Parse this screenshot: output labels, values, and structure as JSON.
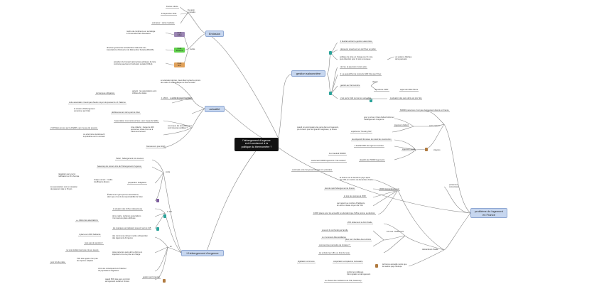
{
  "central": {
    "label": "l'hébergement d'urgence\nest-il condamné à la\npolitique du thermomètre ?"
  },
  "topics": {
    "emission": "Emission",
    "gestion": "gestion saisonnière",
    "actualite": "actualité",
    "hebergement": "L'hébergement d'urgence",
    "probleme": "problème du logement\nen France"
  },
  "badges": {
    "invite1": "Invité\nJulien",
    "invite2": "Invité\nFlorence",
    "invite3": "Invité\nEric"
  },
  "colors": {
    "branch": "#7a7a7a",
    "topic_fill": "#c6d6ef",
    "dot_teal": "#2aa39a",
    "dot_brown": "#b07a3f",
    "dot_purple": "#7b5b9c",
    "badge_purple": "#9b86b3",
    "badge_green": "#5fd14a",
    "badge_orange": "#e0a15a"
  },
  "texts": {
    "franceculture": "France culture",
    "date": "8 Septembre 2012",
    "ougrain": "Du grain\nà moudre",
    "animateur": "animateur : Hervé Gardette",
    "maitre": "maître de conférence en sociologie\nà l'Université Paris Descartes",
    "directeur": "directeur général de la Fédération Nationale des\nAssociations d'Accueil et de Réinsertion Sociale (FNARS)",
    "president": "président du Conseil national des politiques de lutte\ncontre la pauvreté et l'exclusion sociale (CNLE)",
    "invites": "invités",
    "enattendant": "en attendant dernier, Jean-Marc Ayrault a promis\nde mettre fin à la politique du thermomètre",
    "genere": "généré : les associations sont\ncriblées de dettes",
    "banques": "de banques obligatoire",
    "associations": "1 ASSO... à arrêté de payer les hôtels",
    "cetteasso": "cette association n'avait pas d'autre moyen de pousser le cri d'alarme",
    "lamission": "la mission d'hébergement\nest prévue par l'état",
    "desfinancement": "désfinancement de la part de l'état",
    "ledecret": "l'association n'est retrouvé face à son risque de faillite",
    "cetresulte": "c'il d'hôtels prouvé par la FNARS, qui n'a pas été assurés",
    "celaveut": "on a fait mine de découvrir\nle problème sur le moment",
    "cristal": "crise d'alerté : risque de 400\npersonnes mises à la rue à\nClermont-Ferrand",
    "estcequa": "est-ce que les associations se\nsont trouvées outillées ?",
    "financement": "financement pour 2016",
    "hotel": "l'hôtel : hébergement très couteux",
    "beaucoup": "beaucoup de recours lors de l'hébergement d'urgence",
    "regulation": "régulation par une loi\nnotification en fin d'année",
    "chaque": "chaque année : crédits\ninsuffisants alloués",
    "preparation": "préparation budgétaire",
    "lesassos": "les associations sont en situation\nde paiement des le 15 juin",
    "evidem": "Évidemment géré par les associations,\nalors que c'est de la responsabilité de l'état",
    "couts": "coûts",
    "la115": "la situation des 115 est désastreuse",
    "dela115": "de la mairie, certaines associations\nn'ont aucune place attribuée",
    "colere": "++ colère des associations",
    "le115": "le 115",
    "lesmanques": "les manques se traduisent souvent vers le 115",
    "place1": "1 place sur 2000 habitants",
    "deuxpers": "des communes doivent mettre à disposition\ndes logements d'urgence",
    "moins": "mais pas de sanction !",
    "loi": "loi",
    "sante": "ne s'est évidemment pas mis en oeuvre",
    "aucune": "toute personne sans abri a droit à un\nlogement et à une prise en charge",
    "pourgens": "pour lors de place",
    "vousd": "75% des appels n'ont pas\nde réponse adaptée",
    "cestun": "c'est une conséquence à l'intérieur\nde populations fragilisées",
    "gestiondes": "gestion par l'urgence",
    "quand": "quand 50% des gens ont droit\nau logement social en France",
    "faut": "il faudrait arrêter la gestion saisonnière",
    "demeure": "demeurer ouverts et non de l'hiver en juillet",
    "polit": "politique de prise en charge pour 3 mois,\npuis obtention pour 2 mois à nouveau",
    "unsysteme": "un système fabrique\nde la pauvreté",
    "dehiv": "de l'an, la pauvreté n'existe plus",
    "cestpas": "il y a aujourd'hui de moins de SDF l'été que l'hiver",
    "gestionthermo": "gestion au thermomètre",
    "depuis": "depuis",
    "lsyndrome": "\"syndrome 1954\"",
    "appel": "appel de l'abbé Pierre",
    "cestquele": "c'est par le froid qui tue les sans abris",
    "lasituation": "la situation des sans abris est pire l'été",
    "envjour": "600000 personnes n'ont pas de logement décent en France",
    "pourui": "pour y arriver, il faut d'abord réformer\nl'hébergement d'urgence",
    "logprec": "logement d'abord",
    "sansabri": "sans papiers",
    "etusager": "quand on accompagne les gens dans un logement,\nça convient pour les grands marginaux, je trouve",
    "experim": "expérience \"housing first\"",
    "dispos": "des dispositif d'années de retard de construction",
    "faut80": "il faudrait 80% de logement sociaux",
    "logsoc": "logement social",
    "citoyens": "citoyens",
    "il80000": "il en faudrait 500000",
    "sociaux": "seulement 30000 logements \"très sociaux\"",
    "objectif": "objectifs de 150000 logements",
    "contrat": "continuité entre l'at gouvernement et le président",
    "lafrance": "la France est le deuxième pays après\nles USA en nombre de demandes d'asile",
    "etatplus": "état de rapid hébergement la France",
    "sontcomp": "le trop des pompes à 2000",
    "demandes": "30000 demandes par an",
    "parrapp": "par rapport au nombre d'habitants,\nen est au niveau moyen de l'UE",
    "pers10": "10000 places pour les accueillir en attendant que l'office prenne sa décision",
    "personnes": "personnes\nconcernées",
    "trentemin": "20% obtiennent le droit d'asile",
    "vouvert": "souvent ils ont fondé par famille",
    "pourles": "pour les 4 familles des territoire",
    "en": "ce n'a devient délai solidaires",
    "comment": "comment leur permettre de s'insérer ?",
    "lesenf": "les enfants leur offre un droit de reste",
    "nombreux": "16 nous n'obtiennent",
    "legislat": "législation commune",
    "cooper": "coopération européenne nécessaire",
    "franceacc": "la France accueille moins que\nles autres pays l'Europe",
    "demandeurs": "demandeurs d'asile",
    "conforme": "conformer politiques\nd'immigration et de logement",
    "lesmarch": "ou choses des institutions de l'UE, beaucoup"
  }
}
